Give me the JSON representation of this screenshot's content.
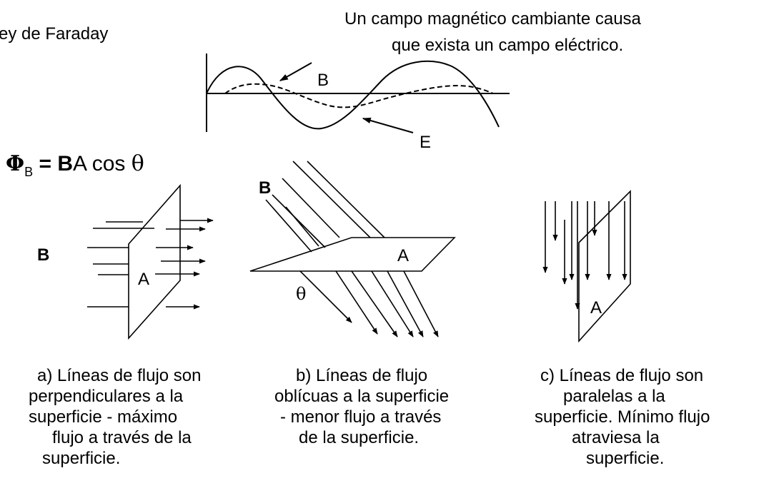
{
  "header": {
    "title": "ey de Faraday",
    "statement": [
      "Un campo magnético cambiante causa",
      "que exista un campo eléctrico."
    ]
  },
  "wave": {
    "label_b": "B",
    "label_e": "E"
  },
  "formula": {
    "phi": "Φ",
    "sub": "B",
    "eq": " = ",
    "b": "B",
    "rest": "A cos ",
    "theta": "θ"
  },
  "panels": {
    "a": {
      "field_label": "B",
      "area_label": "A",
      "caption": [
        "a) Líneas de flujo son",
        "perpendiculares a la",
        "superficie - máximo",
        "flujo a través de la",
        "superficie."
      ]
    },
    "b": {
      "field_label": "B",
      "area_label": "A",
      "angle_label": "θ",
      "caption": [
        "b) Líneas de flujo",
        "oblícuas a la superficie",
        "- menor flujo a través",
        "de la superficie."
      ]
    },
    "c": {
      "area_label": "A",
      "caption": [
        "c) Líneas de flujo son",
        "paralelas a la",
        "superficie.  Mínimo flujo",
        "atraviesa la",
        "superficie."
      ]
    }
  }
}
